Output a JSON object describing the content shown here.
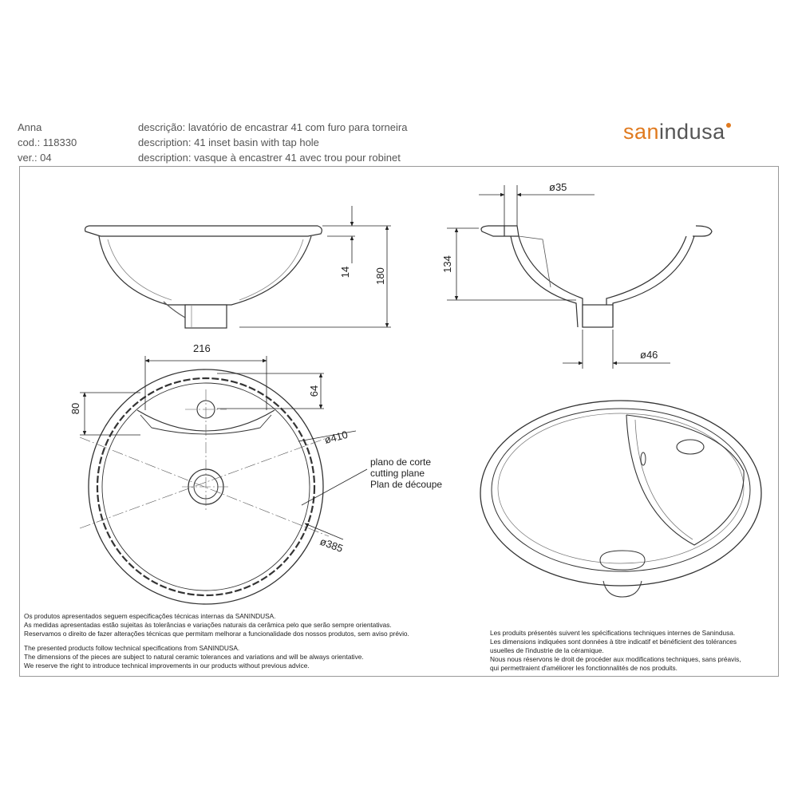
{
  "header": {
    "product_name": "Anna",
    "code": "cod.: 118330",
    "version": "ver.: 04",
    "desc_pt": "descrição: lavatório de encastrar 41 com furo para torneira",
    "desc_en": "description: 41 inset basin with tap hole",
    "desc_fr": "description: vasque à encastrer 41 avec trou pour robinet"
  },
  "logo": {
    "prefix": "san",
    "suffix": "indusa",
    "accent_color": "#e07a1f"
  },
  "dimensions": {
    "rim_height": "14",
    "total_height": "180",
    "inner_depth": "134",
    "tap_hole_diameter": "ø35",
    "waste_diameter": "ø46",
    "tap_offset_width": "216",
    "tap_offset_small": "64",
    "tap_offset_side": "80",
    "outer_diameter": "ø410",
    "cutout_diameter": "ø385"
  },
  "cutting_plane": {
    "pt": "plano de corte",
    "en": "cutting plane",
    "fr": "Plan de découpe"
  },
  "notes": {
    "pt_1": "Os produtos apresentados seguem especificações técnicas internas da SANINDUSA.",
    "pt_2": "As medidas apresentadas estão sujeitas às tolerâncias e variações naturais da cerâmica pelo que serão sempre orientativas.",
    "pt_3": "Reservamos o direito de fazer alterações técnicas que permitam melhorar a funcionalidade dos nossos produtos, sem aviso prévio.",
    "en_1": "The presented products follow technical specifications from SANINDUSA.",
    "en_2": "The dimensions of the pieces are subject to natural ceramic tolerances and variations and will be always orientative.",
    "en_3": "We reserve the right to introduce technical improvements in our products without previous advice.",
    "fr_1": "Les produits présentés suivent les spécifications techniques internes de Sanindusa.",
    "fr_2": "Les dimensions indiquées sont données à titre indicatif et bénéficient des tolérances",
    "fr_3": "usuelles de l'industrie de la céramique.",
    "fr_4": "Nous nous réservons le droit de procéder aux modifications techniques, sans préavis,",
    "fr_5": "qui permettraient d'améliorer les fonctionnalités de nos produits."
  },
  "colors": {
    "line": "#333333",
    "frame": "#999999",
    "text": "#555555"
  }
}
